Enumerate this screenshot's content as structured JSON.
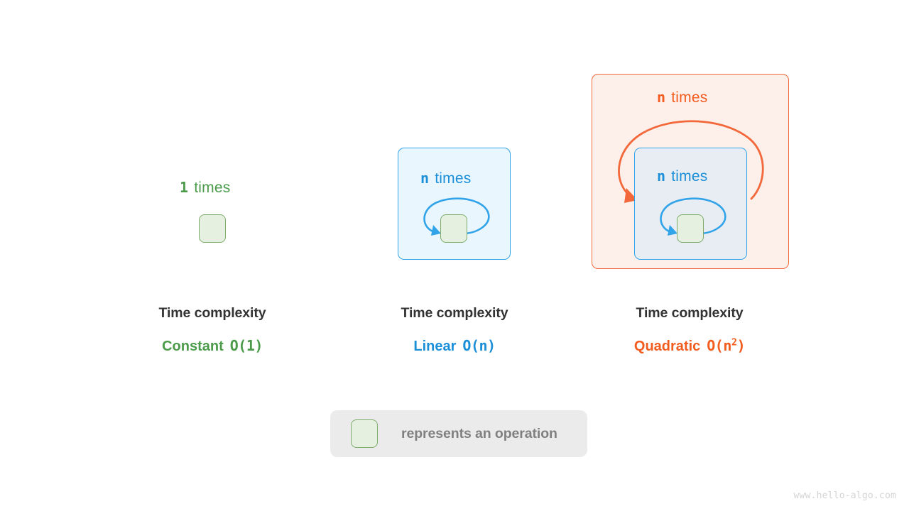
{
  "diagram": {
    "title_hidden": "",
    "columns": [
      {
        "id": "constant",
        "color": "#4b9b4b",
        "loop_label_count": "1",
        "loop_label_word": "times",
        "caption_title": "Time complexity",
        "caption_name": "Constant",
        "caption_bigo": "O(1)",
        "caption_bigo_base": "O(1)",
        "caption_bigo_sup": ""
      },
      {
        "id": "linear",
        "color": "#1b8fd8",
        "loop_label_count": "n",
        "loop_label_word": "times",
        "caption_title": "Time complexity",
        "caption_name": "Linear",
        "caption_bigo": "O(n)",
        "caption_bigo_base": "O(n)",
        "caption_bigo_sup": ""
      },
      {
        "id": "quadratic",
        "color": "#f25c1f",
        "loop_label_count": "n",
        "loop_label_word": "times",
        "inner_loop_label_count": "n",
        "inner_loop_label_word": "times",
        "caption_title": "Time complexity",
        "caption_name": "Quadratic",
        "caption_bigo": "O(n2)",
        "caption_bigo_base": "O(n",
        "caption_bigo_sup": "2",
        "caption_bigo_tail": ")"
      }
    ],
    "legend": {
      "swatch_name": "operation-square",
      "text": "represents an operation"
    },
    "watermark": "www.hello-algo.com"
  },
  "colors": {
    "green_text": "#4b9b4b",
    "green_fill": "#e6f0e0",
    "green_border": "#7cab6b",
    "blue_text": "#1b8fd8",
    "blue_fill": "#eaf6fd",
    "blue_fill_inner": "#e8edf3",
    "blue_border": "#31a3e8",
    "orange_text": "#f25c1f",
    "orange_fill": "#fdf0ea",
    "orange_border": "#f2683a",
    "caption_title": "#333333",
    "legend_bg": "#ebebeb",
    "legend_text": "#808080",
    "watermark": "#d4d4d4",
    "page_bg": "#ffffff"
  }
}
